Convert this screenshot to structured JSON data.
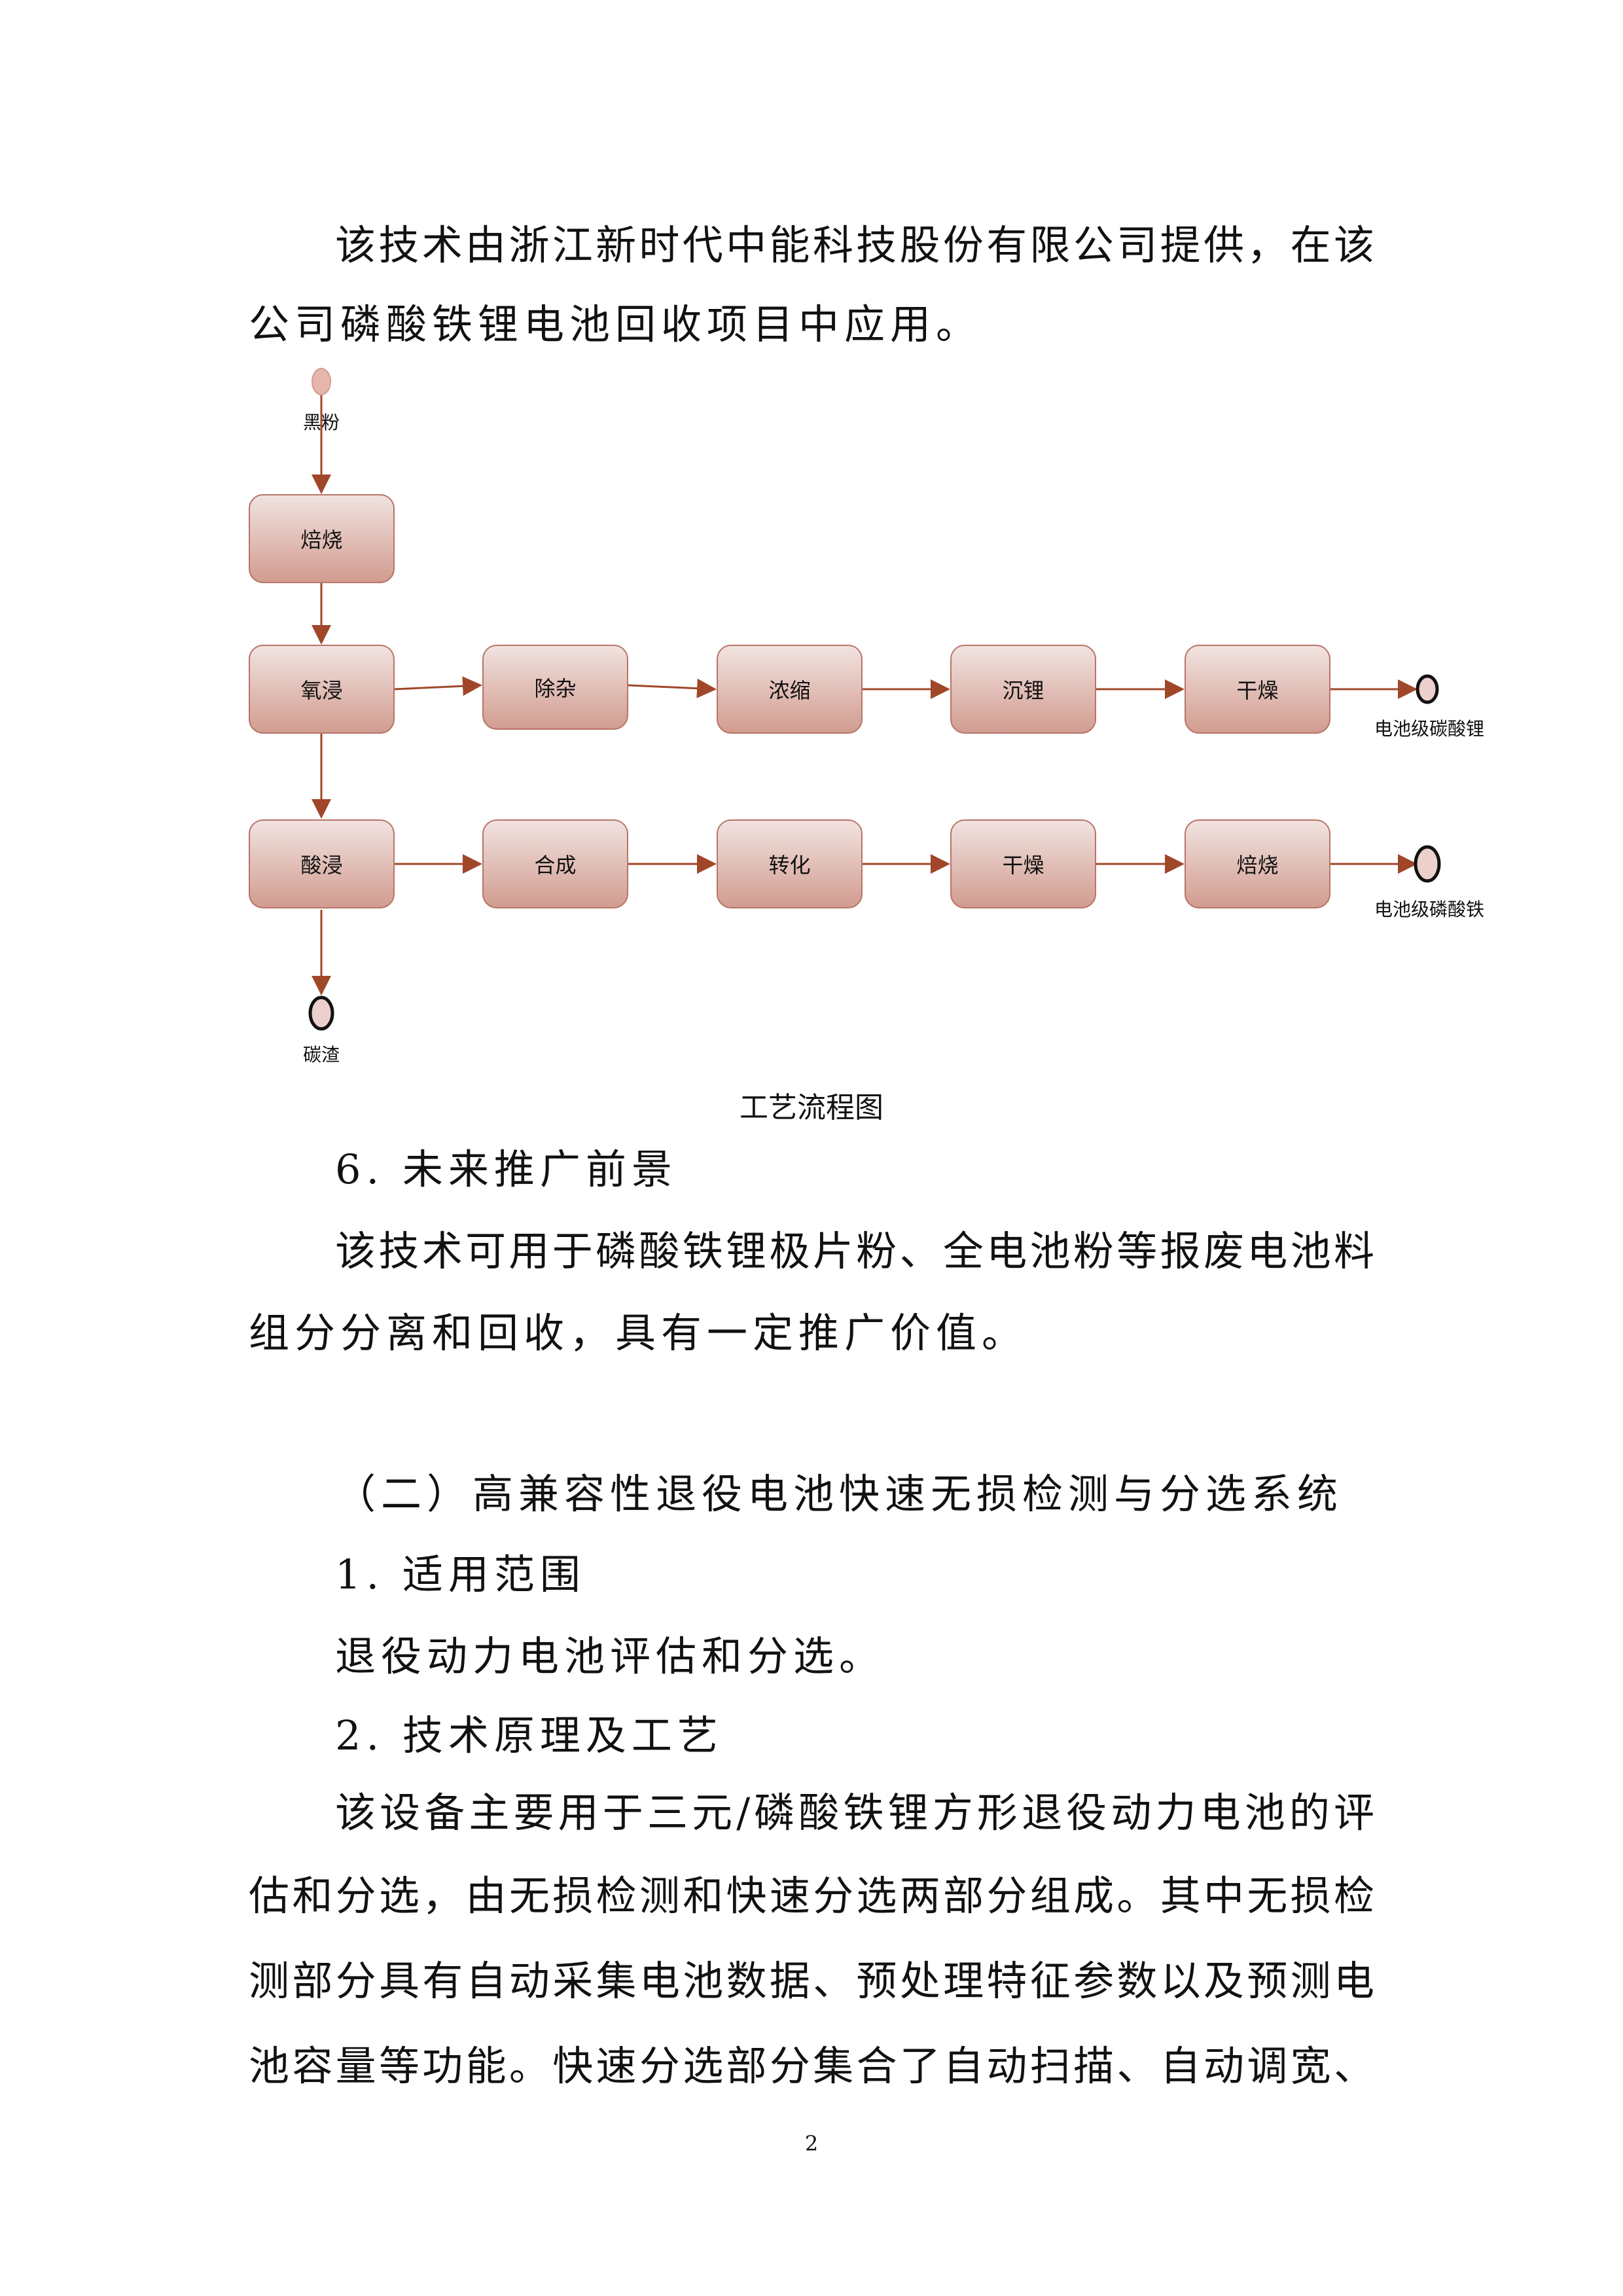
{
  "paragraph1": [
    "该技术由浙江新时代中能科技股份有限公司提供，在该",
    "公司磷酸铁锂电池回收项目中应用。"
  ],
  "flowchart": {
    "start": "黑粉",
    "roast": "焙烧",
    "row1": [
      "氧浸",
      "除杂",
      "浓缩",
      "沉锂",
      "干燥"
    ],
    "row1_output": "电池级碳酸锂",
    "row2": [
      "酸浸",
      "合成",
      "转化",
      "干燥",
      "焙烧"
    ],
    "row2_output": "电池级磷酸铁",
    "residue": "碳渣",
    "caption": "工艺流程图",
    "colors": {
      "arrow": "#a0472a",
      "box_top": "#f1e3e0",
      "box_bottom": "#d29c90"
    }
  },
  "section6": {
    "heading": "6. 未来推广前景",
    "lines": [
      "该技术可用于磷酸铁锂极片粉、全电池粉等报废电池料",
      "组分分离和回收，具有一定推广价值。"
    ]
  },
  "part2": {
    "heading": "（二）高兼容性退役电池快速无损检测与分选系统",
    "s1_heading": "1. 适用范围",
    "s1_text": "退役动力电池评估和分选。",
    "s2_heading": "2. 技术原理及工艺",
    "s2_lines": [
      "该设备主要用于三元/磷酸铁锂方形退役动力电池的评",
      "估和分选，由无损检测和快速分选两部分组成。其中无损检",
      "测部分具有自动采集电池数据、预处理特征参数以及预测电",
      "池容量等功能。快速分选部分集合了自动扫描、自动调宽、"
    ]
  },
  "page_number": "2"
}
